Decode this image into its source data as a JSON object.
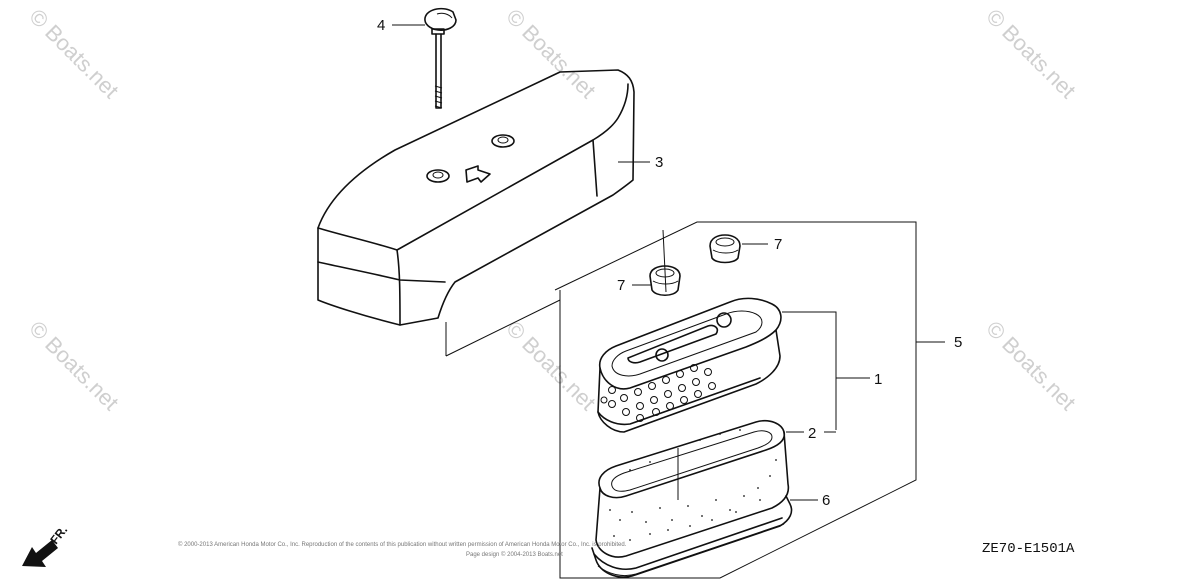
{
  "watermarks": [
    {
      "text": "© Boats.net"
    },
    {
      "text": "© Boats.net"
    },
    {
      "text": "© Boats.net"
    },
    {
      "text": "© Boats.net"
    },
    {
      "text": "© Boats.net"
    },
    {
      "text": "© Boats.net"
    }
  ],
  "callouts": [
    {
      "text": "1"
    },
    {
      "text": "2"
    },
    {
      "text": "3"
    },
    {
      "text": "4"
    },
    {
      "text": "5"
    },
    {
      "text": "6"
    },
    {
      "text": "7"
    },
    {
      "text": "7"
    }
  ],
  "direction_label": "FR.",
  "diagram_code": "ZE70-E1501A",
  "copyright": [
    "© 2000-2013 American Honda Motor Co., Inc. Reproduction of the contents of this publication without written permission of American Honda Motor Co., Inc. is prohibited.",
    "Page design © 2004-2013 Boats.net"
  ]
}
